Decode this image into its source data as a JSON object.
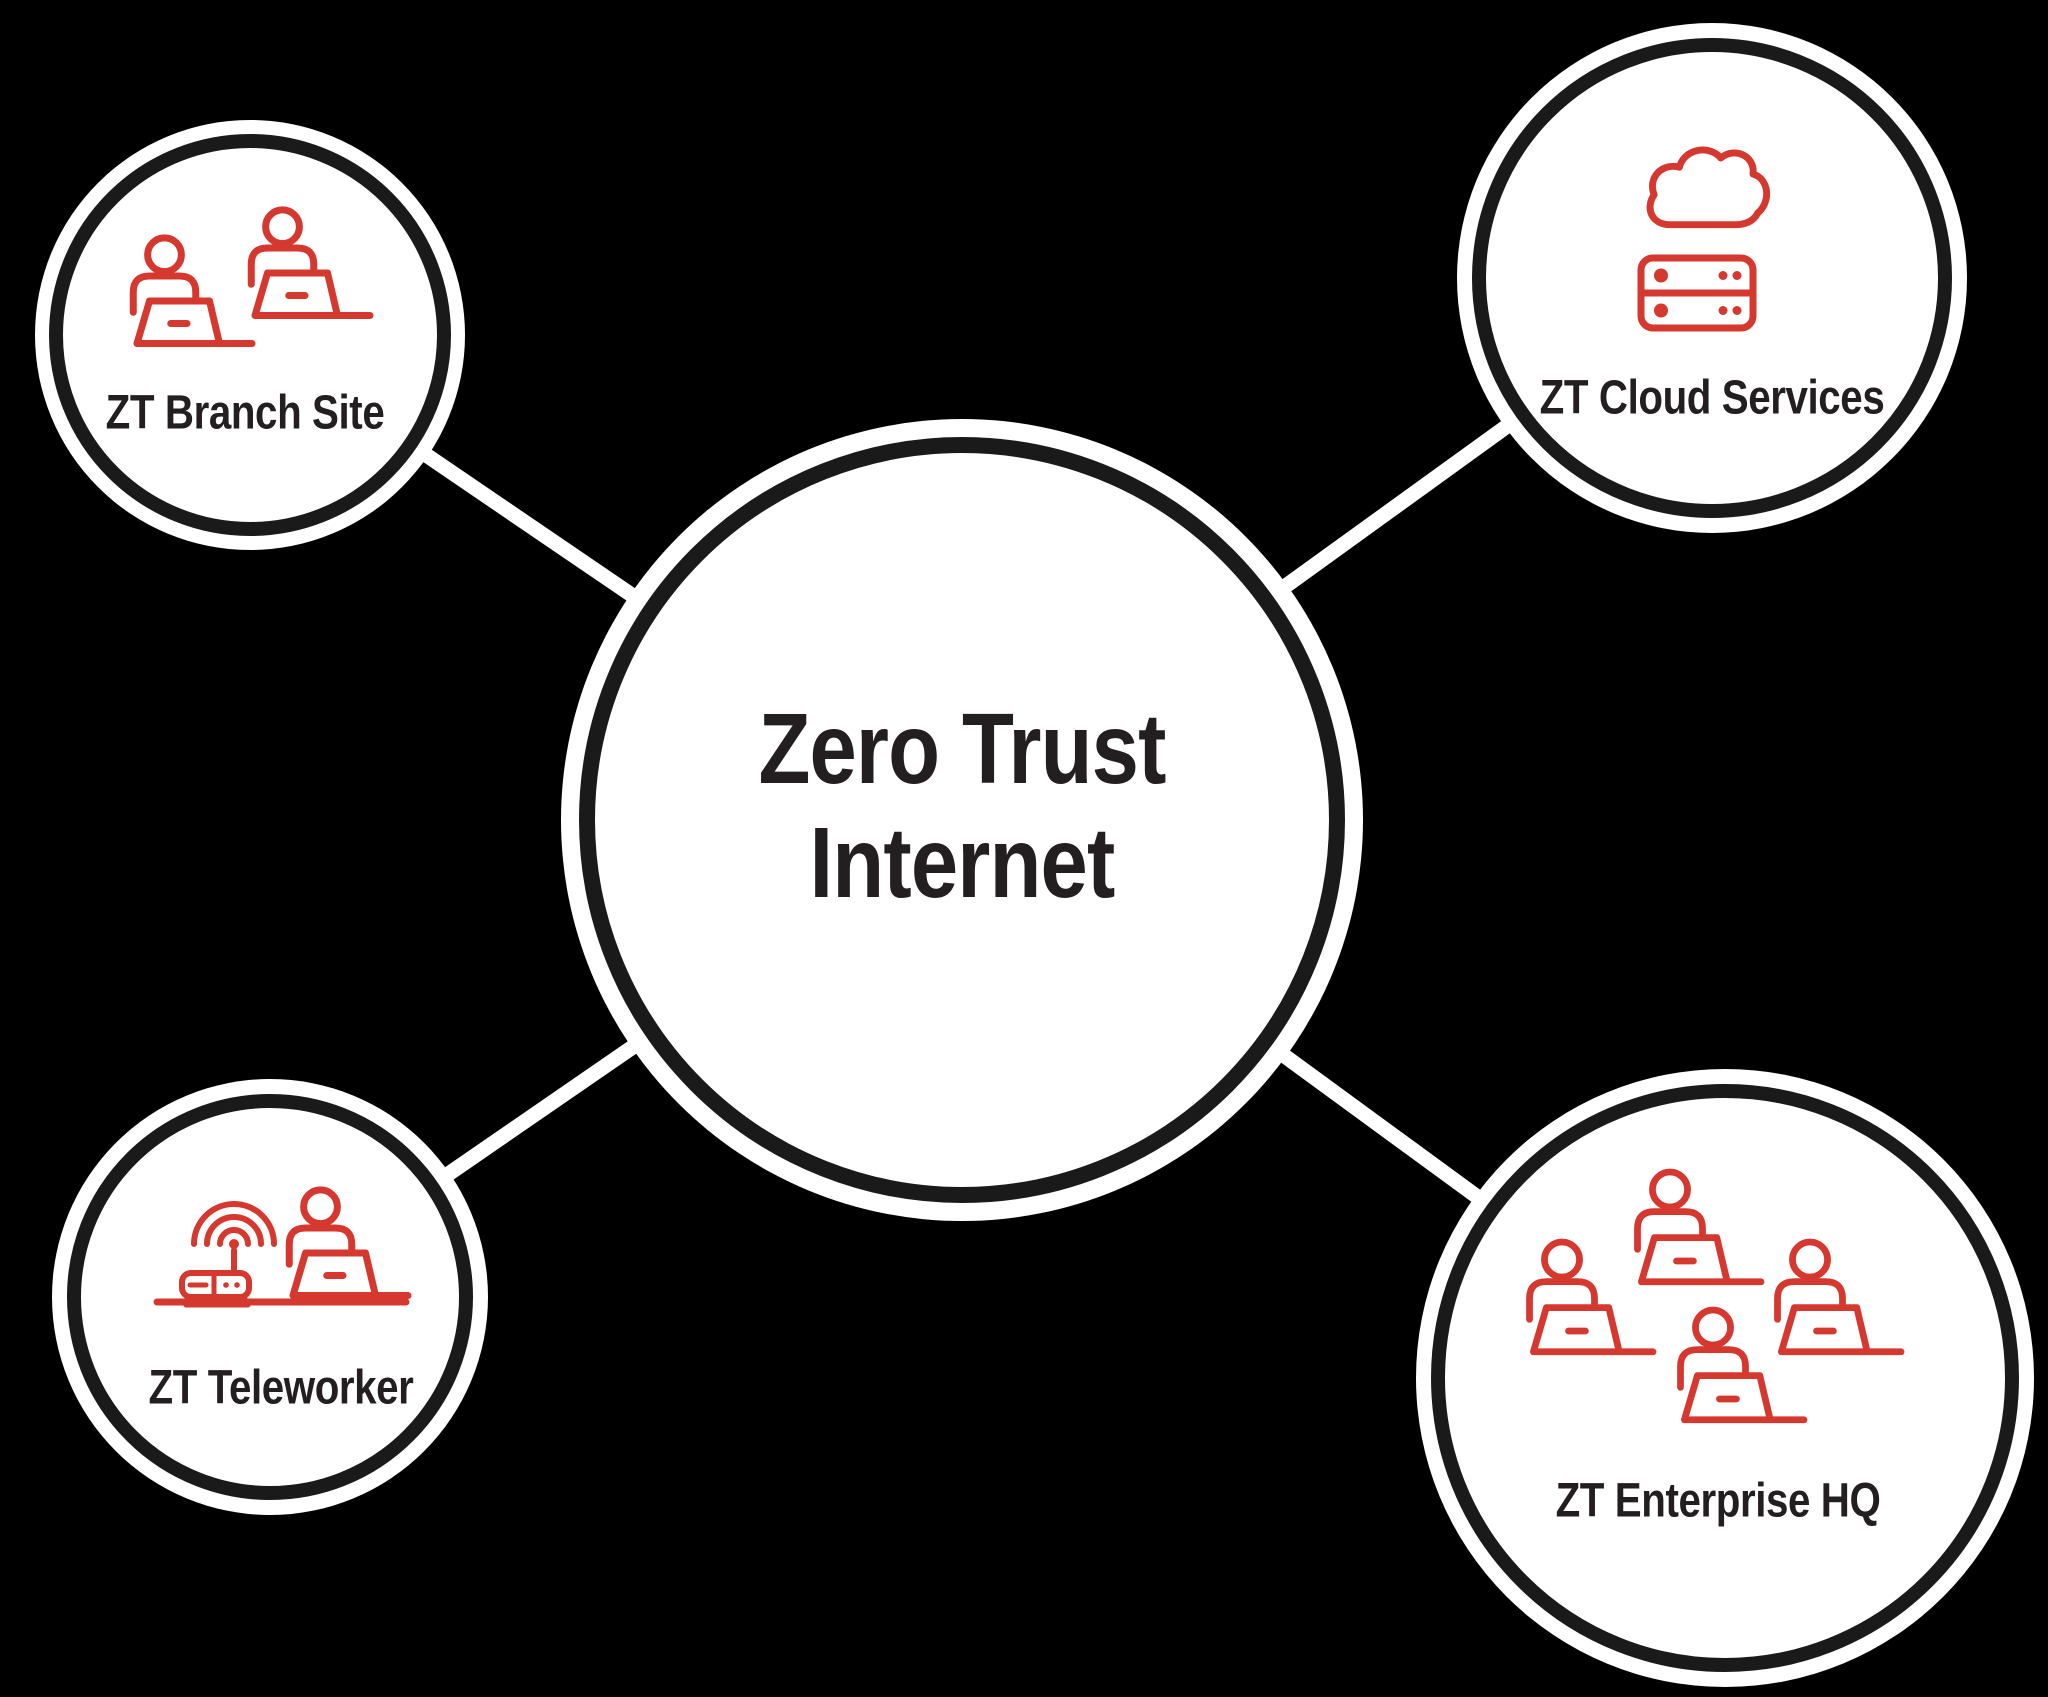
{
  "diagram": {
    "title": "Zero Trust network diagram",
    "colors": {
      "background": "#000000",
      "node_fill": "#ffffff",
      "node_ring": "#1a1a1a",
      "connector": "#ffffff",
      "icon_red": "#d5382f",
      "label_text": "#231f20"
    },
    "center": {
      "label": "Zero Trust Internet",
      "label_lines": [
        "Zero Trust",
        "Internet"
      ]
    },
    "nodes": [
      {
        "id": "branch",
        "label": "ZT Branch Site",
        "icon": "two-users-at-laptops-icon"
      },
      {
        "id": "cloud",
        "label": "ZT Cloud Services",
        "icon": "cloud-over-server-icon"
      },
      {
        "id": "teleworker",
        "label": "ZT Teleworker",
        "icon": "wifi-router-and-user-laptop-icon"
      },
      {
        "id": "enterprise",
        "label": "ZT Enterprise HQ",
        "icon": "four-users-at-laptops-icon"
      }
    ],
    "connections": [
      "center-branch",
      "center-cloud",
      "center-teleworker",
      "center-enterprise"
    ]
  }
}
